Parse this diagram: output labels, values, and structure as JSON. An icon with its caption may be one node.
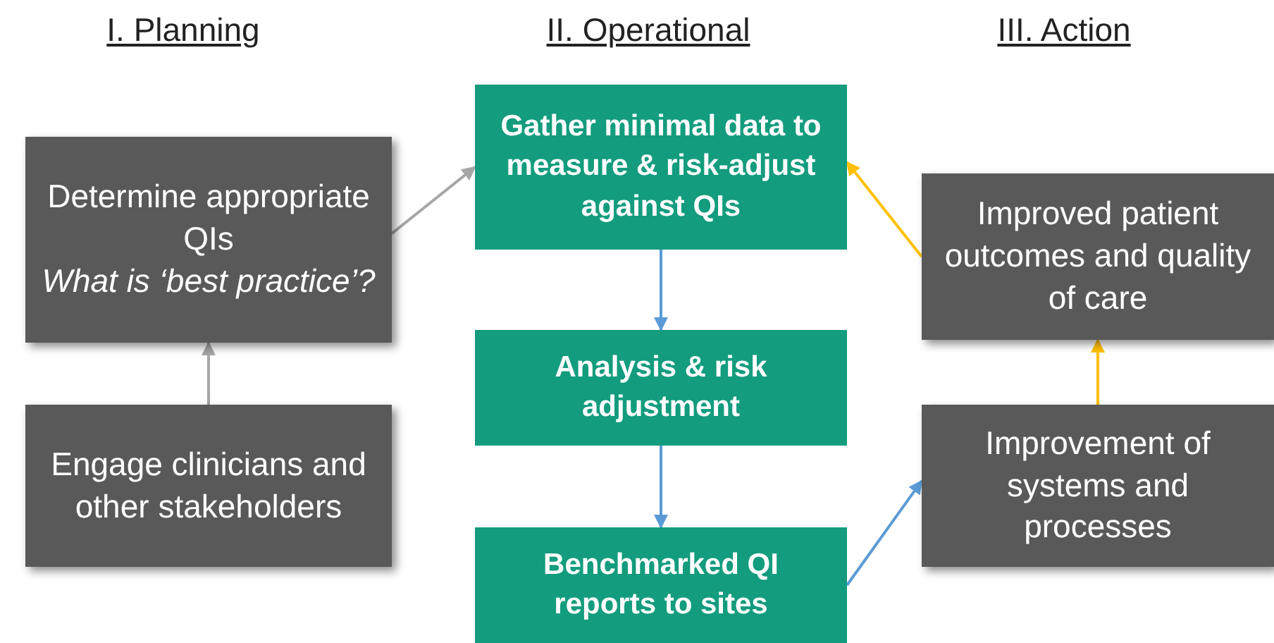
{
  "diagram": {
    "nodes": [
      {
        "text": [
          "Determine appropriate QIs",
          "What is ‘best practice’?"
        ]
      },
      {
        "text": [
          "Engage clinicians and other stakeholders"
        ]
      },
      {
        "text": [
          "Gather minimal data to measure & risk-adjust against QIs"
        ]
      },
      {
        "text": [
          "Analysis & risk adjustment"
        ]
      },
      {
        "text": [
          "Benchmarked QI reports to sites"
        ]
      },
      {
        "text": [
          "Improved patient outcomes and quality of care"
        ]
      },
      {
        "text": [
          "Improvement of systems and processes"
        ]
      }
    ],
    "edges": [
      {
        "from": 1,
        "to": 0,
        "arrow": "to",
        "color": "#a6a6a6"
      },
      {
        "from": 0,
        "to": 2,
        "arrow": "to",
        "color": "#a6a6a6"
      },
      {
        "from": 2,
        "to": 3,
        "arrow": "to",
        "color": "#5b9bd5"
      },
      {
        "from": 3,
        "to": 4,
        "arrow": "to",
        "color": "#5b9bd5"
      },
      {
        "from": 4,
        "to": 6,
        "arrow": "to",
        "color": "#5b9bd5"
      },
      {
        "from": 6,
        "to": 5,
        "arrow": "to",
        "color": "#ffc000"
      },
      {
        "from": 5,
        "to": 2,
        "arrow": "to",
        "color": "#ffc000"
      }
    ],
    "labels": [
      "I. Planning",
      "II. Operational",
      "III. Action"
    ]
  }
}
